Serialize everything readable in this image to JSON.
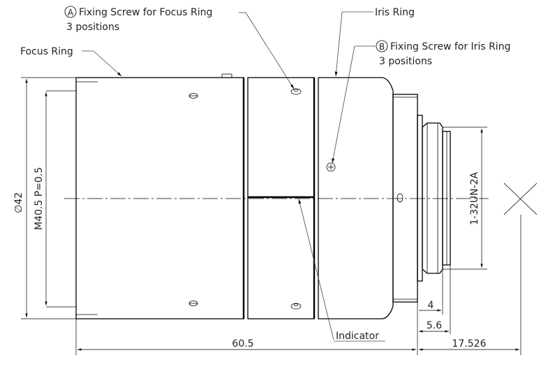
{
  "labels": {
    "focus_screw_marker": "A",
    "focus_screw_line1": "Fixing Screw for Focus Ring",
    "focus_screw_line2": "3 positions",
    "iris_ring": "Iris Ring",
    "iris_screw_marker": "B",
    "iris_screw_line1": "Fixing Screw for Iris Ring",
    "iris_screw_line2": "3 positions",
    "focus_ring": "Focus Ring",
    "indicator": "Indicator"
  },
  "dimensions": {
    "diameter_outer": "∅42",
    "filter_thread": "M40.5 P=0.5",
    "mount_thread": "1-32UN-2A",
    "flange_4": "4",
    "flange_5_6": "5.6",
    "length_total": "60.5",
    "flange_back": "17.526"
  }
}
